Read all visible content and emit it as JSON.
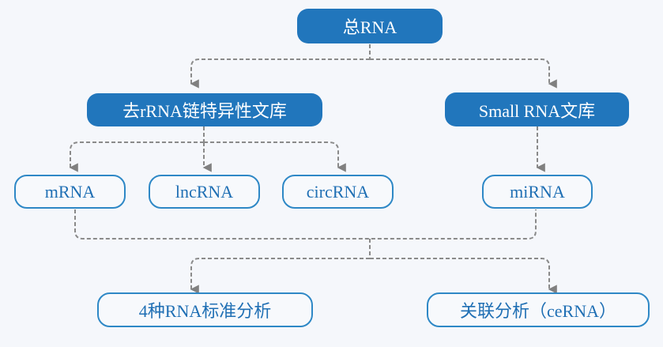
{
  "diagram": {
    "root": {
      "label": "总RNA"
    },
    "libraries": [
      {
        "label": "去rRNA链特异性文库"
      },
      {
        "label": "Small RNA文库"
      }
    ],
    "rna_types": [
      {
        "label": "mRNA"
      },
      {
        "label": "lncRNA"
      },
      {
        "label": "circRNA"
      },
      {
        "label": "miRNA"
      }
    ],
    "analyses": [
      {
        "label": "4种RNA标准分析"
      },
      {
        "label": "关联分析（ceRNA）"
      }
    ],
    "edges": [
      [
        "总RNA",
        "去rRNA链特异性文库"
      ],
      [
        "总RNA",
        "Small RNA文库"
      ],
      [
        "去rRNA链特异性文库",
        "mRNA"
      ],
      [
        "去rRNA链特异性文库",
        "lncRNA"
      ],
      [
        "去rRNA链特异性文库",
        "circRNA"
      ],
      [
        "Small RNA文库",
        "miRNA"
      ],
      [
        "mRNA + miRNA",
        "4种RNA标准分析"
      ],
      [
        "mRNA + miRNA",
        "关联分析（ceRNA）"
      ]
    ],
    "colors": {
      "filled_node": "#2176bc",
      "outline_border": "#2e88c6",
      "outline_text": "#1f6fb4",
      "connector": "#8a8a8a",
      "background": "#f5f7fb"
    }
  }
}
